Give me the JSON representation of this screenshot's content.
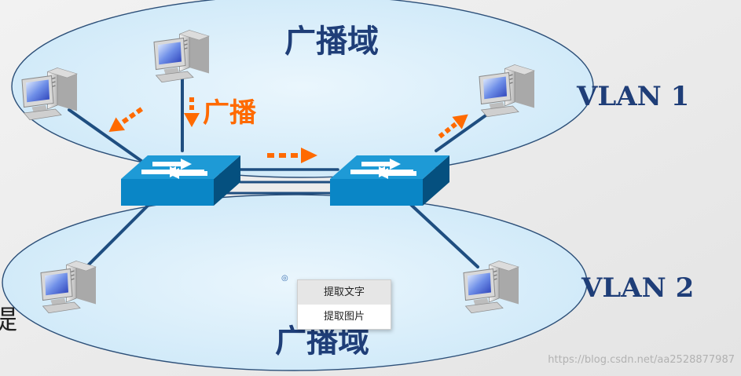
{
  "labels": {
    "broadcast_domain_top": "广播域",
    "broadcast_domain_bottom": "广播域",
    "broadcast": "广播",
    "vlan1": "VLAN 1",
    "vlan2": "VLAN 2"
  },
  "context_menu": {
    "extract_text": "提取文字",
    "extract_image": "提取图片"
  },
  "side_char": "提",
  "watermark": "https://blog.csdn.net/aa2528877987",
  "colors": {
    "domain_fill": "#d4ecf9",
    "domain_stroke": "#2c4f78",
    "switch_top": "#1e9ad6",
    "switch_front": "#0a86c6",
    "switch_side": "#05507f",
    "link": "#1f4e80",
    "arrow": "#ff6a00",
    "label_blue": "#1f3e78"
  },
  "icons": [
    "computer-icon",
    "network-switch-icon",
    "broadcast-arrow-icon"
  ]
}
